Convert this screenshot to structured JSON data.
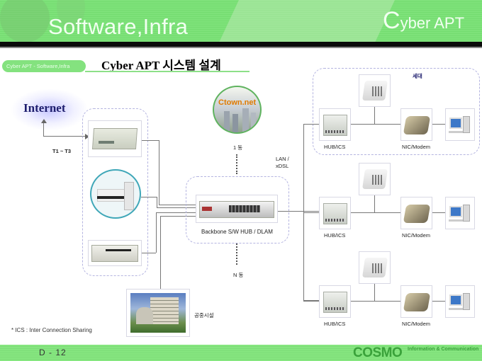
{
  "header": {
    "title": "Software,Infra",
    "brand_initial": "C",
    "brand_rest": "yber APT"
  },
  "section_pill": "Cyber APT - Software,Infra",
  "slide_title": "Cyber APT 시스템 설계",
  "diagram": {
    "internet_label": "Internet",
    "wan_link_label": "T1 ~ T3",
    "building_1_label": "1 동",
    "building_n_label": "N 동",
    "ctown_logo": "Ctown.net",
    "lan_label_line1": "LAN /",
    "lan_label_line2": "xDSL",
    "backbone_label": "Backbone S/W HUB / DLAM",
    "household_label": "세대",
    "public_facility_label": "공중시설",
    "branches": [
      {
        "hub_label": "HUB/ICS",
        "nic_label": "NIC/Modem"
      },
      {
        "hub_label": "HUB/ICS",
        "nic_label": "NIC/Modem"
      },
      {
        "hub_label": "HUB/ICS",
        "nic_label": "NIC/Modem"
      }
    ],
    "footnote": "* ICS : Inter Connection Sharing"
  },
  "footer": {
    "page": "D -  12",
    "company": "COSMO",
    "company_sub": "Information & Communication"
  },
  "colors": {
    "accent_green": "#7ee27a",
    "internet_text": "#1e1e6e",
    "dashed_border": "#b4b4e0"
  }
}
